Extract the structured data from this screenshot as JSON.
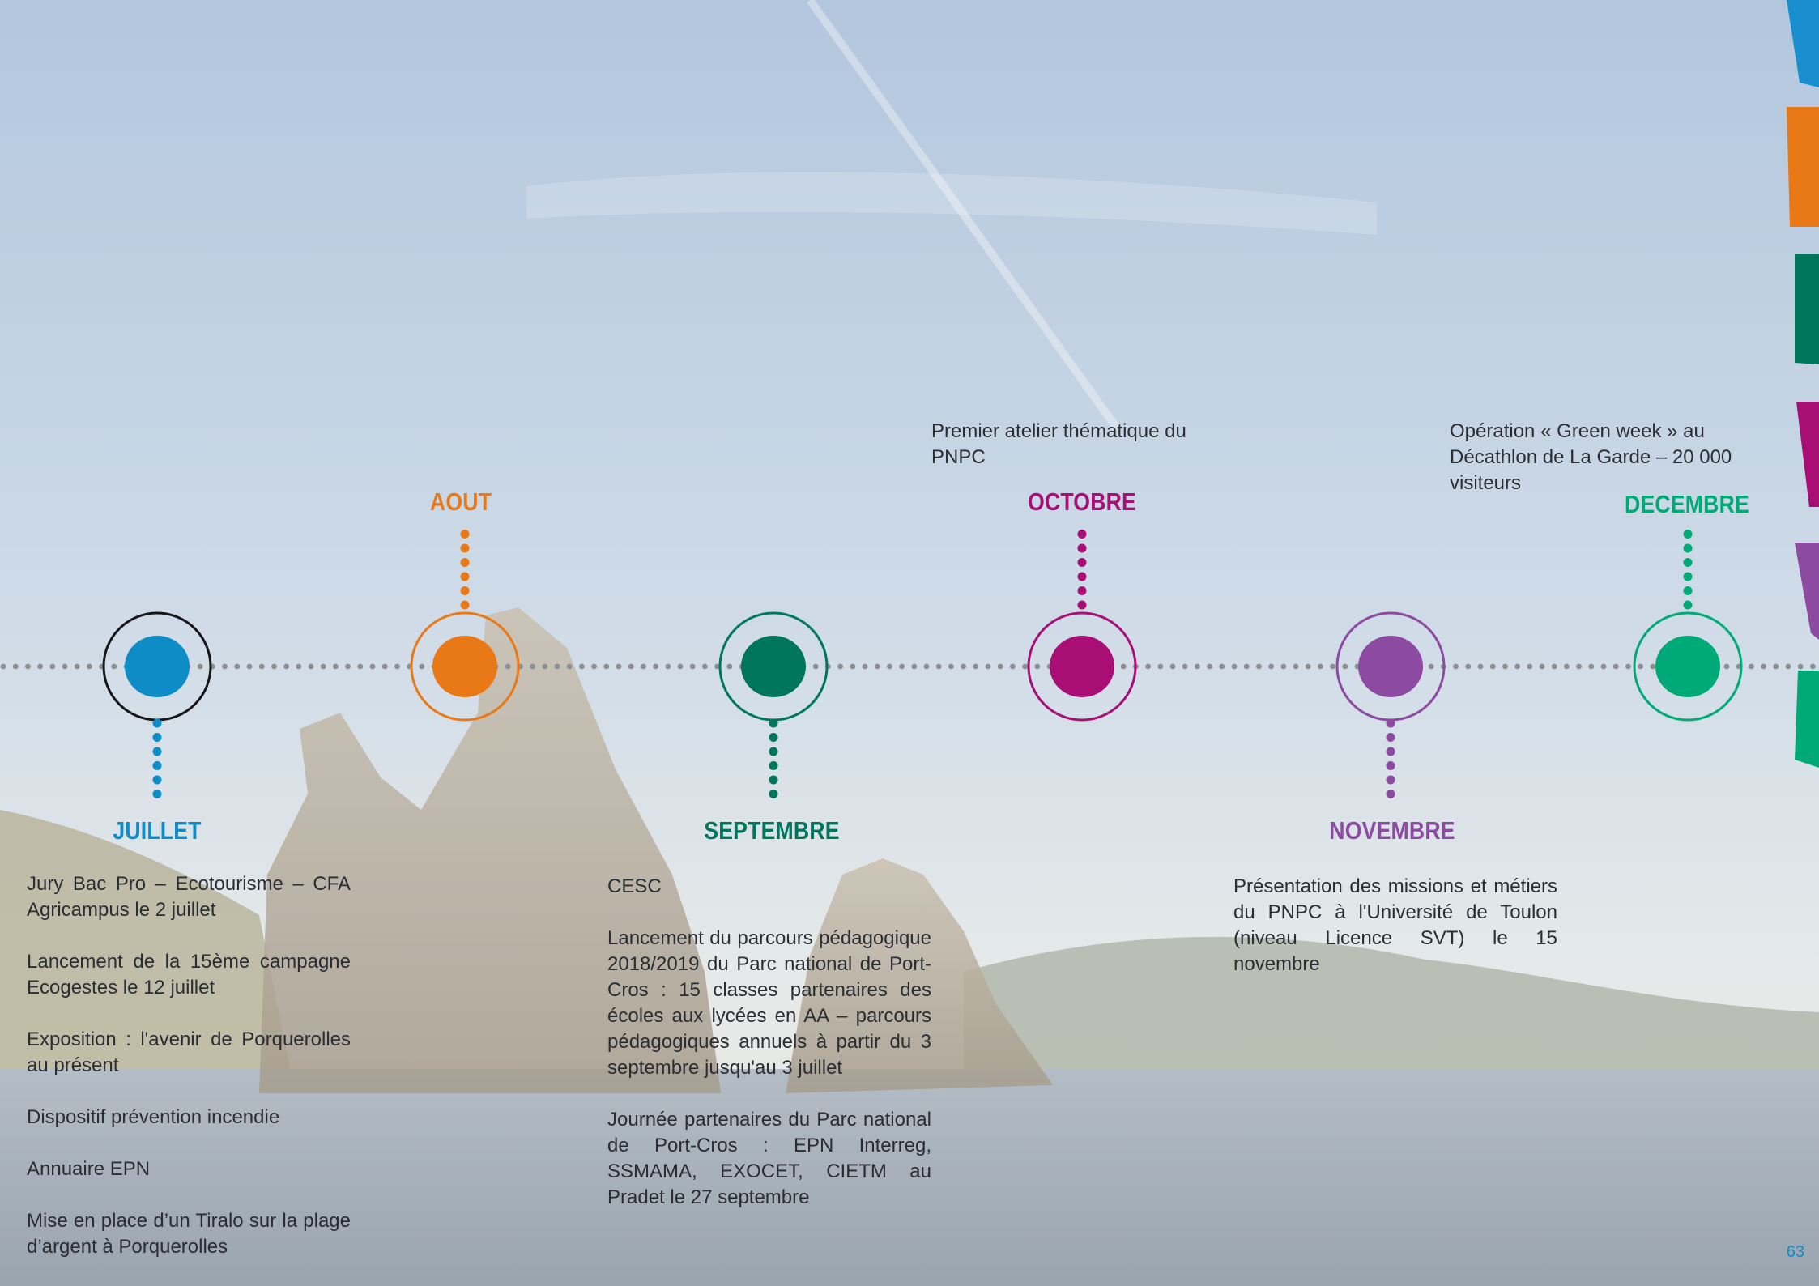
{
  "colors": {
    "juillet": "#0e8cc6",
    "aout": "#e97916",
    "septembre": "#00775d",
    "octobre": "#a80e74",
    "novembre": "#8c4aa1",
    "decembre": "#00aa77",
    "dotted_line": "#8c8f94",
    "text": "#2a2d33"
  },
  "months": {
    "juillet": "JUILLET",
    "aout": "AOUT",
    "septembre": "SEPTEMBRE",
    "octobre": "OCTOBRE",
    "novembre": "NOVEMBRE",
    "decembre": "DECEMBRE"
  },
  "events": {
    "juillet": [
      "Jury Bac Pro – Ecotourisme – CFA Agricampus le 2 juillet",
      "Lancement de la 15ème campagne Ecogestes le 12 juillet",
      "Exposition : l'avenir de Porquerolles au présent",
      "Dispositif prévention incendie",
      "Annuaire EPN",
      "Mise en place d’un Tiralo sur la plage d’argent à Porquerolles"
    ],
    "septembre": [
      "CESC",
      "Lancement du parcours pédagogique 2018/2019 du Parc national de Port-Cros : 15 classes partenaires des écoles aux lycées en AA – parcours pédagogiques annuels à partir du 3 septembre jusqu'au 3 juillet",
      "Journée partenaires du Parc national de Port-Cros : EPN Interreg, SSMAMA, EXOCET, CIETM au Pradet le 27 septembre"
    ],
    "octobre": "Premier atelier thématique du PNPC",
    "novembre": "Présentation des missions et métiers du PNPC à l'Université de Toulon (niveau Licence SVT) le 15 novembre",
    "decembre": "Opération « Green week » au Décathlon de La Garde – 20 000 visiteurs"
  },
  "page_number": "63",
  "side_tab_colors": [
    "#1a8fcf",
    "#e97916",
    "#00775d",
    "#a80e74",
    "#8c4aa1",
    "#00aa77"
  ]
}
